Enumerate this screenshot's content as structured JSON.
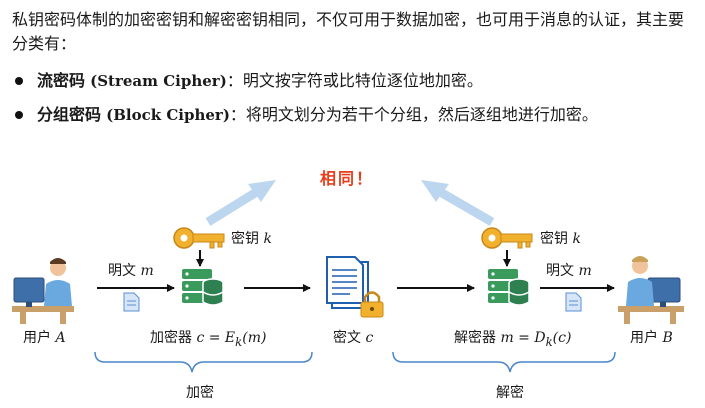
{
  "intro": "私钥密码体制的加密密钥和解密密钥相同，不仅可用于数据加密，也可用于消息的认证，其主要分类有：",
  "bullets": [
    {
      "term": "流密码",
      "en": "(Stream Cipher)",
      "desc": "：明文按字符或比特位逐位地加密。"
    },
    {
      "term": "分组密码",
      "en": "(Block Cipher)",
      "desc": "：将明文划分为若干个分组，然后逐组地进行加密。"
    }
  ],
  "diagram": {
    "same_label": "相同！",
    "key_left": {
      "text": "密钥",
      "var": "k"
    },
    "key_right": {
      "text": "密钥",
      "var": "k"
    },
    "plain_left": {
      "text": "明文",
      "var": "m"
    },
    "plain_right": {
      "text": "明文",
      "var": "m"
    },
    "user_a": {
      "text": "用户",
      "var": "A"
    },
    "user_b": {
      "text": "用户",
      "var": "B"
    },
    "encryptor": {
      "text": "加密器",
      "formula": "c = E",
      "sub": "k",
      "tail": "(m)"
    },
    "decryptor": {
      "text": "解密器",
      "formula": "m = D",
      "sub": "k",
      "tail": "(c)"
    },
    "ciphertext": {
      "text": "密文",
      "var": "c"
    },
    "brace_encrypt": "加密",
    "brace_decrypt": "解密",
    "colors": {
      "accent_red": "#e53e1c",
      "key_gold": "#f2b12c",
      "server_green": "#3a9a5b",
      "arrow_blue": "#bcd6ef"
    }
  }
}
